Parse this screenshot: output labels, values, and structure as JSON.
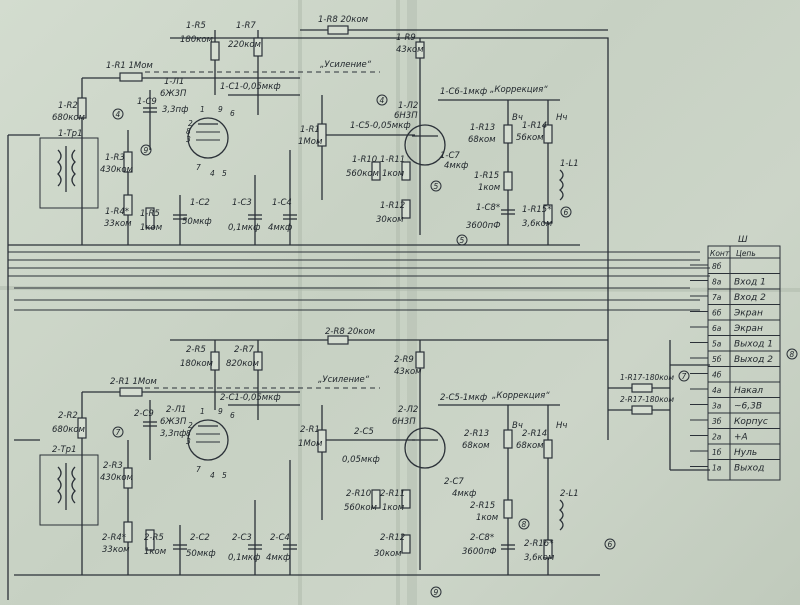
{
  "channel1": {
    "r1": "1-R1 1Мом",
    "r1b": "1-R1",
    "r1b_val": "1Мом",
    "r2": "1-R2",
    "r2_val": "680ком",
    "r3": "1-R3",
    "r3_val": "430ком",
    "r4": "1-R4*",
    "r4_val": "33ком",
    "r5": "1-R5",
    "r5_val": "1ком",
    "r5_top": "1-R5",
    "r5_top_val": "180ком",
    "r7": "1-R7",
    "r7_val": "220ком",
    "r8": "1-R8 20ком",
    "r9": "1-R9",
    "r9_val": "43ком",
    "r10": "1-R10",
    "r10_val": "560ком",
    "r11": "1-R11",
    "r11_val": "1ком",
    "r12": "1-R12",
    "r12_val": "30ком",
    "r13": "1-R13",
    "r13_val": "68ком",
    "r14": "1-R14",
    "r14_val": "56ком",
    "r15": "1-R15*",
    "r15_val": "3,6ком",
    "r15b": "1-R15",
    "r15b_val": "1ком",
    "l1_label": "Вч",
    "l1_label2": "Нч",
    "l1": "1-L1",
    "tube1": "1-Л1",
    "tube1_type": "6Ж3П",
    "tube2": "1-Л2",
    "tube2_type": "6Н3П",
    "c1": "1-C1-0,05мкф",
    "c2": "1-C2",
    "c2_val": "50мкф",
    "c3": "1-C3",
    "c3_val": "0,1мкф",
    "c4": "1-C4",
    "c4_val": "4мкф",
    "c5": "1-C5-0,05мкф",
    "c6": "1-C6-1мкф",
    "c7": "1-C7",
    "c7_val": "4мкф",
    "c8": "1-C8*",
    "c8_val": "3600пФ",
    "c9": "1-C9",
    "c9_val": "3,3пф",
    "tr1": "1-Тр1",
    "gain": "„Усиление“",
    "correction": "„Коррекция“"
  },
  "channel2": {
    "r1": "2-R1 1Мом",
    "r1b": "2-R1",
    "r1b_val": "1Мом",
    "r2": "2-R2",
    "r2_val": "680ком",
    "r3": "2-R3",
    "r3_val": "430ком",
    "r4": "2-R4*",
    "r4_val": "33ком",
    "r5": "2-R5",
    "r5_val": "1ком",
    "r5_top": "2-R5",
    "r5_top_val": "180ком",
    "r7": "2-R7",
    "r7_val": "820ком",
    "r8": "2-R8 20ком",
    "r9": "2-R9",
    "r9_val": "43ком",
    "r10": "2-R10",
    "r10_val": "560ком",
    "r11": "2-R11",
    "r11_val": "1ком",
    "r12": "2-R12",
    "r12_val": "30ком",
    "r13": "2-R13",
    "r13_val": "68ком",
    "r14": "2-R14",
    "r14_val": "68ком",
    "r15": "2-R15",
    "r15_val": "1ком",
    "r16": "2-R16*",
    "r16_val": "3,6ком",
    "l1_label": "Вч",
    "l1_label2": "Нч",
    "l1": "2-L1",
    "tube1": "2-Л1",
    "tube1_type": "6Ж3П",
    "tube2": "2-Л2",
    "tube2_type": "6Н3П",
    "c1": "2-C1-0,05мкф",
    "c2": "2-C2",
    "c2_val": "50мкф",
    "c3": "2-C3",
    "c3_val": "0,1мкф",
    "c4": "2-C4",
    "c4_val": "4мкф",
    "c5": "2-C5-1мкф",
    "c5b": "2-C5",
    "c5b_val": "0,05мкф",
    "c7": "2-C7",
    "c7_val": "4мкф",
    "c8": "2-C8*",
    "c8_val": "3600пФ",
    "c9": "2-C9",
    "c9_val": "3,3пф",
    "tr1": "2-Тр1",
    "gain": "„Усиление“",
    "correction": "„Коррекция“"
  },
  "shared": {
    "r17a": "1-R17-180ком",
    "r17b": "2-R17-180ком"
  },
  "connector": {
    "title": "Ш",
    "col1": "Конт.",
    "col2": "Цепь",
    "rows": [
      {
        "pin": "8б",
        "name": ""
      },
      {
        "pin": "8а",
        "name": "Вход 1"
      },
      {
        "pin": "7а",
        "name": "Вход 2"
      },
      {
        "pin": "6б",
        "name": "Экран"
      },
      {
        "pin": "6а",
        "name": "Экран"
      },
      {
        "pin": "5а",
        "name": "Выход 1"
      },
      {
        "pin": "5б",
        "name": "Выход 2"
      },
      {
        "pin": "4б",
        "name": ""
      },
      {
        "pin": "4а",
        "name": "Накал"
      },
      {
        "pin": "3а",
        "name": "~6,3В"
      },
      {
        "pin": "3б",
        "name": "Корпус"
      },
      {
        "pin": "2а",
        "name": "+А"
      },
      {
        "pin": "1б",
        "name": "Нуль"
      },
      {
        "pin": "1а",
        "name": "Выход"
      }
    ]
  },
  "pin_numbers": [
    "1",
    "2",
    "3",
    "4",
    "5",
    "6",
    "7",
    "8",
    "9"
  ],
  "node_marks": [
    "4",
    "5",
    "6",
    "7",
    "8",
    "9"
  ]
}
